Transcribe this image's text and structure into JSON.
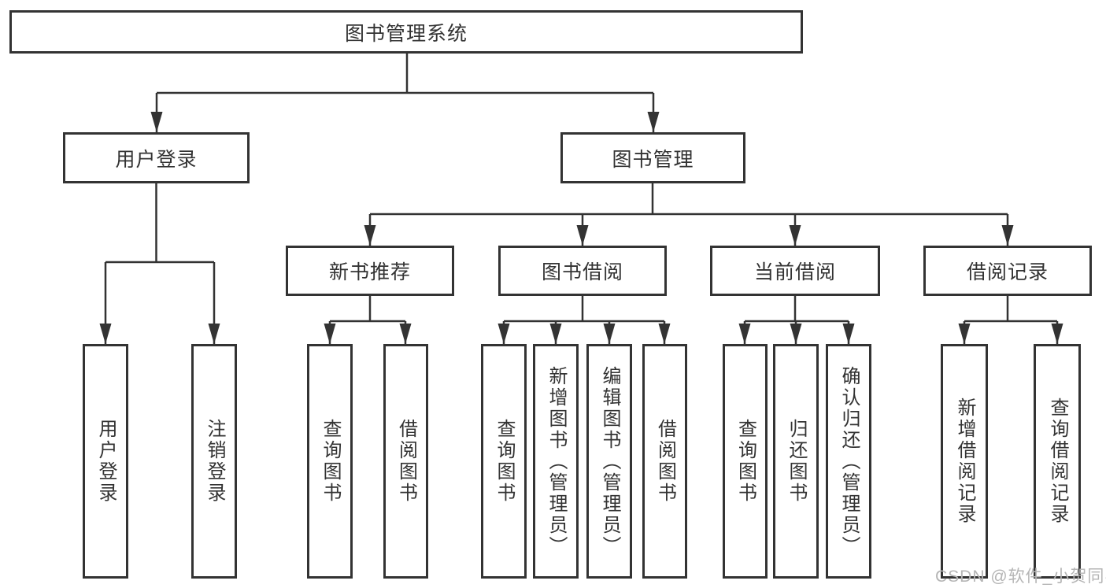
{
  "diagram": {
    "root": "图书管理系统",
    "branches": [
      {
        "label": "用户登录",
        "children": [
          "用户登录",
          "注销登录"
        ]
      },
      {
        "label": "图书管理",
        "children": [
          {
            "label": "新书推荐",
            "children": [
              "查询图书",
              "借阅图书"
            ]
          },
          {
            "label": "图书借阅",
            "children": [
              "查询图书",
              "新增图书（管理员）",
              "编辑图书（管理员）",
              "借阅图书"
            ]
          },
          {
            "label": "当前借阅",
            "children": [
              "查询图书",
              "归还图书",
              "确认归还（管理员）"
            ]
          },
          {
            "label": "借阅记录",
            "children": [
              "新增借阅记录",
              "查询借阅记录"
            ]
          }
        ]
      }
    ],
    "colors": {
      "line": "#333333",
      "box_border": "#333333",
      "text": "#333333",
      "watermark": "#b5b5b5",
      "background": "#ffffff"
    },
    "watermark": "CSDN @软件_小贺同学"
  }
}
